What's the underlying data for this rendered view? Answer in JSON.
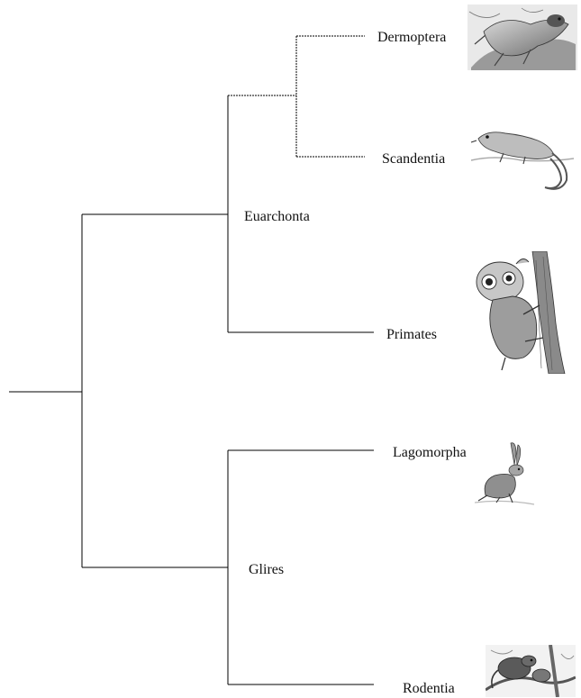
{
  "clades": {
    "euarchonta": "Euarchonta",
    "glires": "Glires"
  },
  "taxa": {
    "dermoptera": "Dermoptera",
    "scandentia": "Scandentia",
    "primates": "Primates",
    "lagomorpha": "Lagomorpha",
    "rodentia": "Rodentia"
  },
  "illustrations": {
    "dermoptera": "colugo-illustration",
    "scandentia": "treeshrew-illustration",
    "primates": "tarsier-illustration",
    "lagomorpha": "hare-illustration",
    "rodentia": "rodent-illustration"
  }
}
